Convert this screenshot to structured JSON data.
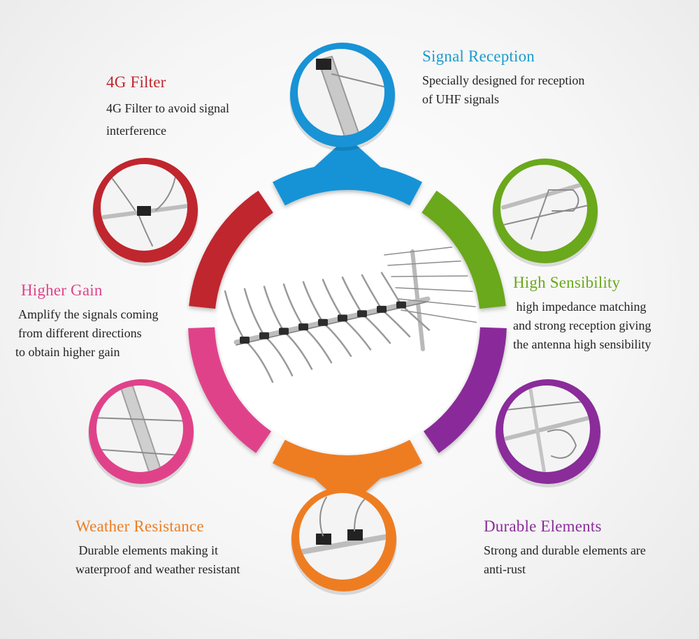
{
  "colors": {
    "blue": "#1893d6",
    "green": "#6aa81c",
    "purple": "#8a2c9a",
    "orange": "#ee7d22",
    "pink": "#e0428a",
    "red": "#c0262d"
  },
  "features": {
    "signal_reception": {
      "title": "Signal Reception",
      "lines": [
        "Specially designed for reception",
        "of UHF signals"
      ],
      "icon": "antenna-tube-icon"
    },
    "filter_4g": {
      "title": "4G Filter",
      "lines": [
        "4G Filter to avoid signal",
        "interference"
      ],
      "icon": "antenna-clip-icon"
    },
    "high_sensibility": {
      "title": "High Sensibility",
      "lines": [
        " high impedance matching",
        "and strong reception giving",
        "the antenna high sensibility"
      ],
      "icon": "antenna-bracket-icon"
    },
    "higher_gain": {
      "title": "Higher Gain",
      "lines": [
        "Amplify the signals coming",
        "from different directions",
        "to obtain higher gain"
      ],
      "icon": "antenna-rod-icon"
    },
    "durable_elements": {
      "title": "Durable Elements",
      "lines": [
        "Strong and durable elements are",
        "anti-rust"
      ],
      "icon": "antenna-mount-icon"
    },
    "weather_resistance": {
      "title": "Weather Resistance",
      "lines": [
        " Durable elements making it",
        "waterproof and weather resistant"
      ],
      "icon": "antenna-elements-icon"
    }
  },
  "center_image": "tv-antenna-illustration"
}
